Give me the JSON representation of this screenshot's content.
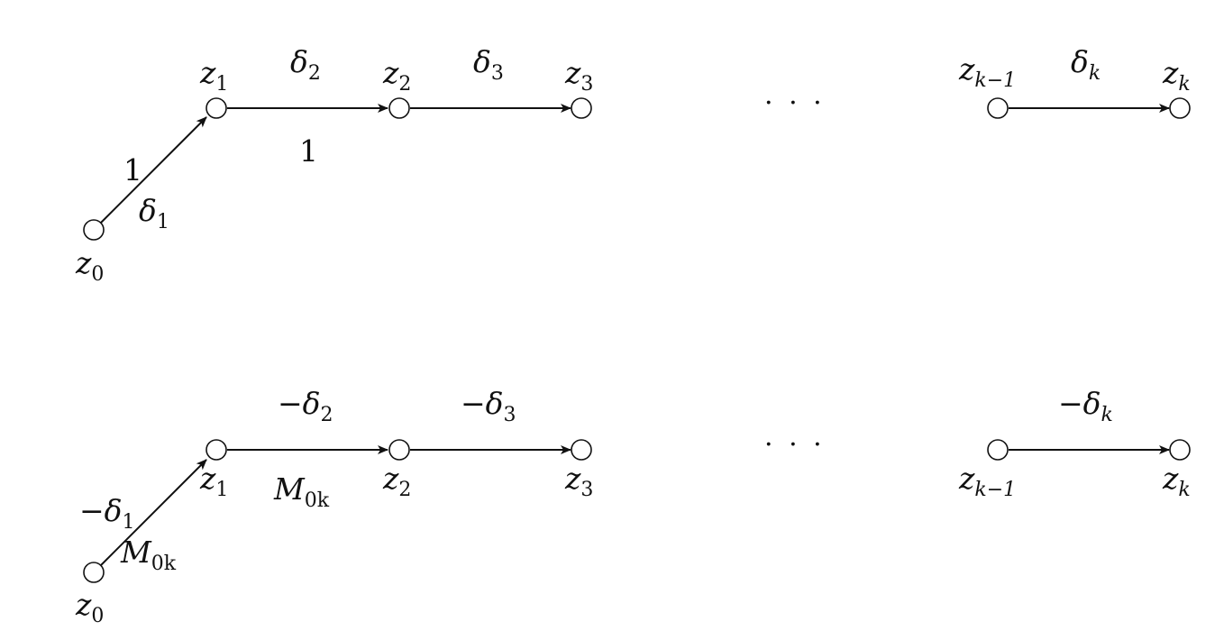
{
  "top": {
    "nodes": {
      "z0": {
        "base": "z",
        "sub": "0"
      },
      "z1": {
        "base": "z",
        "sub": "1"
      },
      "z2": {
        "base": "z",
        "sub": "2"
      },
      "z3": {
        "base": "z",
        "sub": "3"
      },
      "zkm1": {
        "base": "z",
        "sub": "k−1"
      },
      "zk": {
        "base": "z",
        "sub": "k"
      }
    },
    "edges": {
      "e1": {
        "weight": "1",
        "delta_base": "δ",
        "delta_sub": "1"
      },
      "e2": {
        "weight": "1",
        "delta_base": "δ",
        "delta_sub": "2"
      },
      "e3": {
        "delta_base": "δ",
        "delta_sub": "3"
      },
      "ek": {
        "delta_base": "δ",
        "delta_sub": "k"
      }
    },
    "ellipsis": "· · ·"
  },
  "bottom": {
    "nodes": {
      "z0": {
        "base": "z",
        "sub": "0"
      },
      "z1": {
        "base": "z",
        "sub": "1"
      },
      "z2": {
        "base": "z",
        "sub": "2"
      },
      "z3": {
        "base": "z",
        "sub": "3"
      },
      "zkm1": {
        "base": "z",
        "sub": "k−1"
      },
      "zk": {
        "base": "z",
        "sub": "k"
      }
    },
    "edges": {
      "e1": {
        "delta_base": "−δ",
        "delta_sub": "1",
        "m_base": "M",
        "m_sub": "0k"
      },
      "e2": {
        "delta_base": "−δ",
        "delta_sub": "2",
        "m_base": "M",
        "m_sub": "0k"
      },
      "e3": {
        "delta_base": "−δ",
        "delta_sub": "3"
      },
      "ek": {
        "delta_base": "−δ",
        "delta_sub": "k"
      }
    },
    "ellipsis": "· · ·"
  },
  "colors": {
    "ink": "#111111",
    "background": "#ffffff"
  }
}
